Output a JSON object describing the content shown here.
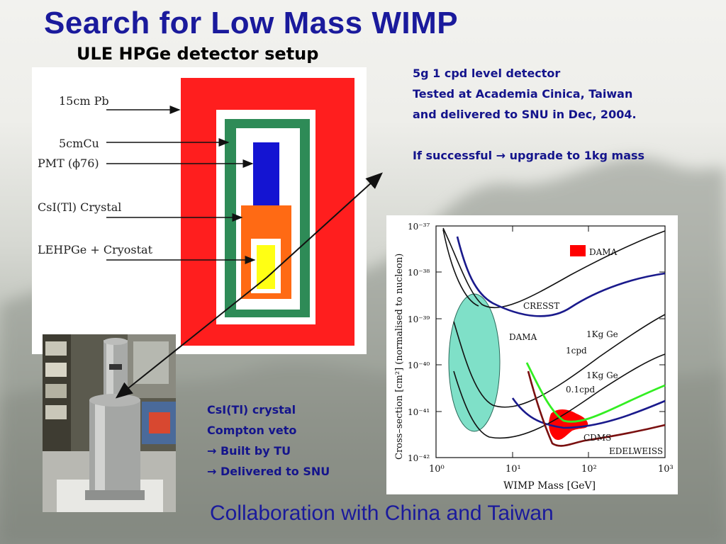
{
  "slide": {
    "title": "Search for Low Mass WIMP",
    "subtitle": "ULE HPGe detector setup",
    "footer": "Collaboration with China and Taiwan"
  },
  "diagram": {
    "labels": {
      "pb": "15cm Pb",
      "cu": "5cmCu",
      "pmt": "PMT (ϕ76)",
      "csi": "CsI(Tl) Crystal",
      "lehpge": "LEHPGe + Cryostat"
    },
    "colors": {
      "pb": "#ff1e1e",
      "cu": "#2e8b57",
      "pmt": "#1414d2",
      "csi": "#ff6a14",
      "hpge": "#ffff14"
    }
  },
  "info_top": {
    "lines": [
      "5g 1 cpd level detector",
      "Tested at Academia Cinica, Taiwan",
      "and delivered to SNU in Dec, 2004.",
      "If successful → upgrade to 1kg mass"
    ]
  },
  "info_bottom": {
    "lines": [
      "CsI(Tl) crystal",
      "Compton veto",
      "→ Built by TU",
      "→ Delivered to SNU"
    ]
  },
  "plot": {
    "ylabel": "Cross–section [cm²] (normalised to nucleon)",
    "xlabel": "WIMP Mass [GeV]",
    "y_ticks": [
      "10⁻³⁷",
      "10⁻³⁸",
      "10⁻³⁹",
      "10⁻⁴⁰",
      "10⁻⁴¹",
      "10⁻⁴²"
    ],
    "x_ticks": [
      "10⁰",
      "10¹",
      "10²",
      "10³"
    ],
    "labels": {
      "dama_legend": "DAMA",
      "cresst": "CRESST",
      "dama": "DAMA",
      "kg1_1cpd_a": "1Kg Ge",
      "kg1_1cpd_b": "1cpd",
      "kg1_01cpd_a": "1Kg Ge",
      "kg1_01cpd_b": "0.1cpd",
      "cdms": "CDMS",
      "edelweiss": "EDELWEISS"
    },
    "colors": {
      "dama_region": "#ff0000",
      "blue_curve": "#1a1a8c",
      "green_curve": "#33ee22",
      "brown_curve": "#7a1010",
      "ellipse_fill": "#7fe0c8"
    }
  }
}
